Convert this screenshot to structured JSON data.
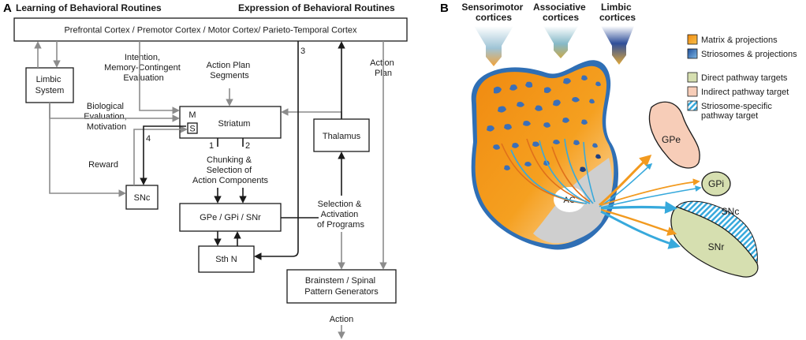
{
  "panel_a": {
    "letter": "A",
    "heading_left": "Learning of Behavioral Routines",
    "heading_right": "Expression of Behavioral Routines",
    "cortex_box": "Prefrontal Cortex / Premotor Cortex / Motor Cortex/ Parieto-Temporal Cortex",
    "limbic_box": [
      "Limbic",
      "System"
    ],
    "intention_label": [
      "Intention,",
      "Memory-Contingent",
      "Evaluation"
    ],
    "action_plan_segments": [
      "Action Plan",
      "Segments"
    ],
    "action_plan": [
      "Action",
      "Plan"
    ],
    "biological_label": [
      "Biological",
      "Evaluation,",
      "Motivation"
    ],
    "striatum_label": "Striatum",
    "striatum_m": "M",
    "striatum_s": "S",
    "thalamus_label": "Thalamus",
    "reward_label": "Reward",
    "snc_label": "SNc",
    "chunking_label": [
      "Chunking &",
      "Selection of",
      "Action Components"
    ],
    "gpe_box": "GPe / GPi / SNr",
    "sthn_box": "Sth N",
    "selection_label": [
      "Selection &",
      "Activation",
      "of Programs"
    ],
    "brainstem_box": [
      "Brainstem / Spinal",
      "Pattern Generators"
    ],
    "action_label": "Action",
    "num_1": "1",
    "num_2": "2",
    "num_3": "3",
    "num_4": "4"
  },
  "panel_b": {
    "letter": "B",
    "inputs": [
      {
        "label": [
          "Sensorimotor",
          "cortices"
        ],
        "color": "#f2a33a"
      },
      {
        "label": [
          "Associative",
          "cortices"
        ],
        "color": "#c9a94a"
      },
      {
        "label": [
          "Limbic",
          "cortices"
        ],
        "color": "#2f4f9a"
      }
    ],
    "legend": [
      {
        "label": "Matrix & projections",
        "color": "#f29a1f"
      },
      {
        "label": "Striosomes & projections",
        "color": "#3b7cc4"
      },
      {
        "label": "Direct pathway targets",
        "color": "#d6dfb0"
      },
      {
        "label": "Indirect pathway target",
        "color": "#f7cdb8"
      },
      {
        "label": [
          "Striosome-specific",
          "pathway target"
        ],
        "color": "#58b8e0"
      }
    ],
    "ac_label": "AC",
    "gpe_label": "GPe",
    "gpi_label": "GPi",
    "snc_label": "SNc",
    "snr_label": "SNr"
  }
}
